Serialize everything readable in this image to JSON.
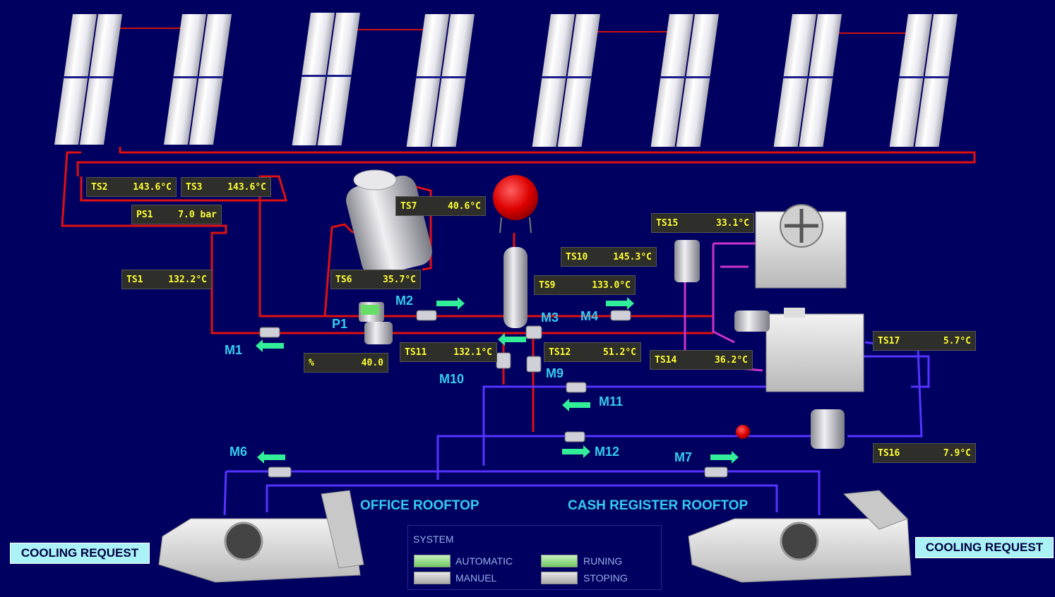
{
  "sensors": {
    "ts2": {
      "tag": "TS2",
      "value": "143.6°C"
    },
    "ts3": {
      "tag": "TS3",
      "value": "143.6°C"
    },
    "ps1": {
      "tag": "PS1",
      "value": "7.0 bar"
    },
    "ts1": {
      "tag": "TS1",
      "value": "132.2°C"
    },
    "ts6": {
      "tag": "TS6",
      "value": "35.7°C"
    },
    "ts7": {
      "tag": "TS7",
      "value": "40.6°C"
    },
    "ts10": {
      "tag": "TS10",
      "value": "145.3°C"
    },
    "ts9": {
      "tag": "TS9",
      "value": "133.0°C"
    },
    "ts15": {
      "tag": "TS15",
      "value": "33.1°C"
    },
    "ts11": {
      "tag": "TS11",
      "value": "132.1°C"
    },
    "ts12": {
      "tag": "TS12",
      "value": "51.2°C"
    },
    "ts14": {
      "tag": "TS14",
      "value": "36.2°C"
    },
    "ts17": {
      "tag": "TS17",
      "value": "5.7°C"
    },
    "ts16": {
      "tag": "TS16",
      "value": "7.9°C"
    },
    "pct": {
      "tag": "%",
      "value": "40.0"
    }
  },
  "labels": {
    "m1": "M1",
    "m2": "M2",
    "m3": "M3",
    "m4": "M4",
    "m6": "M6",
    "m7": "M7",
    "m9": "M9",
    "m10": "M10",
    "m11": "M11",
    "m12": "M12",
    "p1": "P1"
  },
  "zones": {
    "office": "OFFICE ROOFTOP",
    "cash": "CASH REGISTER ROOFTOP"
  },
  "cooling": {
    "left": "COOLING REQUEST",
    "right": "COOLING REQUEST"
  },
  "system": {
    "title": "SYSTEM",
    "automatic": "AUTOMATIC",
    "manuel": "MANUEL",
    "runing": "RUNING",
    "stoping": "STOPING"
  },
  "colors": {
    "background": "#000060",
    "hot_pipe": "#e01010",
    "cold_pipe": "#5533ff",
    "mid_pipe": "#cc33cc",
    "flow_arrow": "#33ee99",
    "sensor_text": "#ffff33",
    "label": "#33ccee"
  }
}
